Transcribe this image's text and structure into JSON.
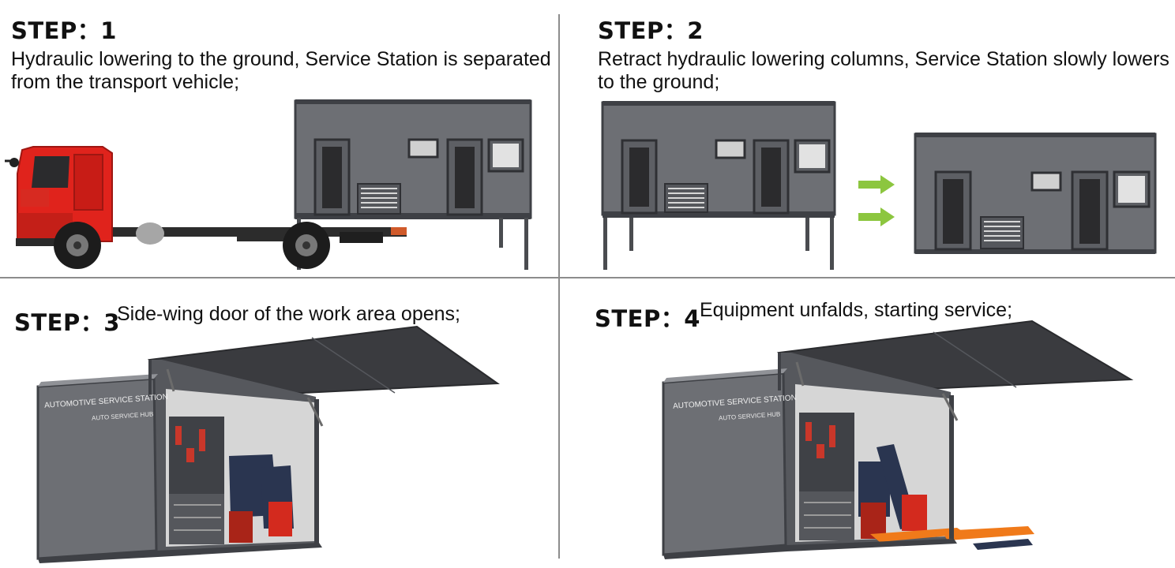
{
  "steps": [
    {
      "title": "STEP：1",
      "description": "Hydraulic lowering to the ground, Service Station is separated from the transport vehicle;"
    },
    {
      "title": "STEP：2",
      "description": "Retract hydraulic lowering columns, Service Station slowly lowers to the ground;"
    },
    {
      "title": "STEP：3",
      "description": "Side-wing door of the work area opens;",
      "sign_main": "AUTOMOTIVE SERVICE STATION",
      "sign_sub": "AUTO SERVICE HUB"
    },
    {
      "title": "STEP：4",
      "description": "Equipment unfalds, starting service;",
      "sign_main": "AUTOMOTIVE SERVICE STATION",
      "sign_sub": "AUTO SERVICE HUB"
    }
  ],
  "colors": {
    "container_gray": "#6d6f74",
    "frame_dark": "#3e4045",
    "truck_red": "#e0231c",
    "arrow_green": "#8cc63f",
    "equipment_red": "#d32a1e",
    "equipment_navy": "#2a3550",
    "lift_orange": "#f07a1a",
    "divider": "#8c8c8c"
  },
  "icons": [
    "truck-icon",
    "arrow-right-icon"
  ]
}
